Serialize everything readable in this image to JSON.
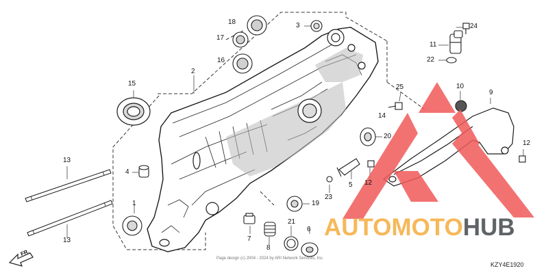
{
  "diagram": {
    "part_labels": {
      "p1": "1",
      "p2": "2",
      "p3": "3",
      "p4": "4",
      "p5": "5",
      "p6": "6",
      "p7": "7",
      "p8": "8",
      "p9": "9",
      "p10": "10",
      "p11": "11",
      "p12a": "12",
      "p12b": "12",
      "p13a": "13",
      "p13b": "13",
      "p14": "14",
      "p15": "15",
      "p16": "16",
      "p17": "17",
      "p18": "18",
      "p19": "19",
      "p20": "20",
      "p21": "21",
      "p22": "22",
      "p23": "23",
      "p24": "24",
      "p25": "25"
    },
    "direction_label": "FR.",
    "diagram_code": "KZY4E1920",
    "copyright": "Page design (c) 2004 - 2024 by ARI Network Services, Inc."
  },
  "watermark": {
    "brand_auto": "AUTOMOTO",
    "brand_hub": "HUB",
    "colors": {
      "triangle": "#f05a5a",
      "auto": "#f6b85a",
      "hub": "#5e6366"
    }
  }
}
